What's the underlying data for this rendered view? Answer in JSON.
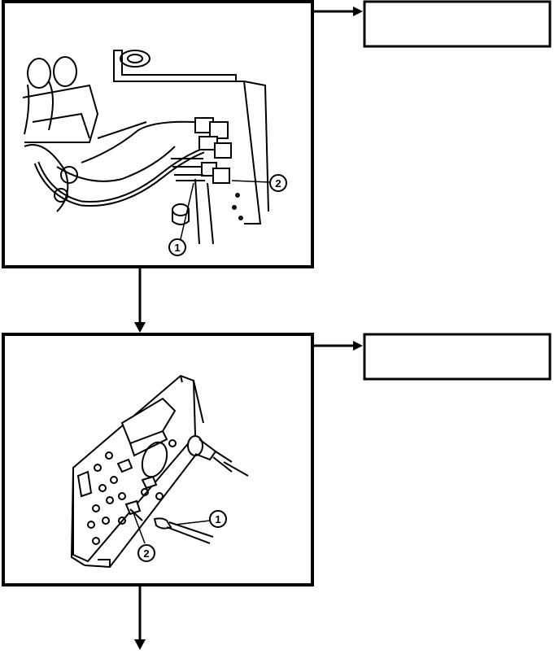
{
  "panels": [
    {
      "id": "connector-view",
      "callouts": [
        "1",
        "2"
      ]
    },
    {
      "id": "bracket-view",
      "callouts": [
        "1",
        "2"
      ]
    }
  ],
  "side_boxes": [
    {
      "id": "step-box-1",
      "text": ""
    },
    {
      "id": "step-box-2",
      "text": ""
    }
  ],
  "colors": {
    "line": "#000000",
    "background": "#ffffff"
  }
}
